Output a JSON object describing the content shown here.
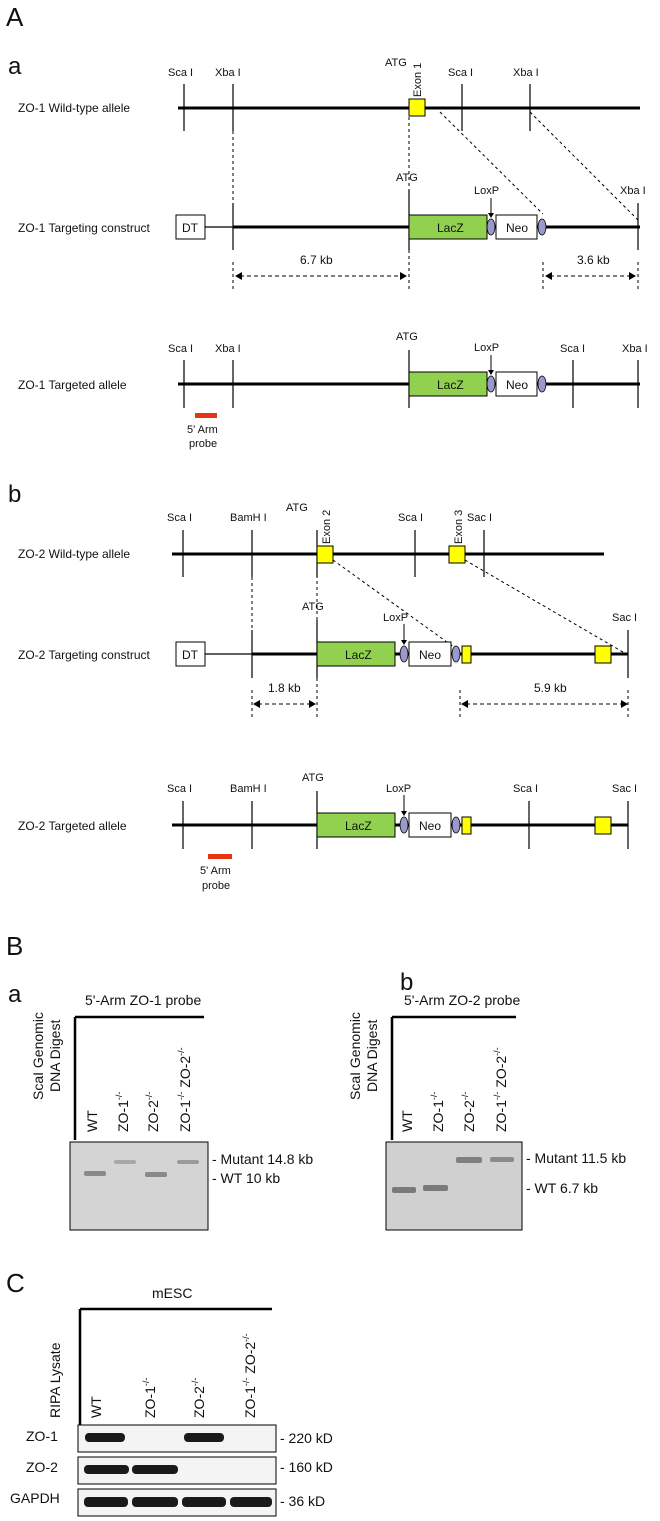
{
  "figure": {
    "panel_A": "A",
    "panel_B": "B",
    "panel_C": "C",
    "sub_a": "a",
    "sub_b": "b"
  },
  "A_a": {
    "wt_label": "ZO-1 Wild-type allele",
    "construct_label": "ZO-1 Targeting construct",
    "targeted_label": "ZO-1 Targeted allele",
    "sca": "Sca I",
    "xba": "Xba I",
    "atg": "ATG",
    "exon1": "Exon 1",
    "loxp": "LoxP",
    "dt": "DT",
    "lacz": "LacZ",
    "neo": "Neo",
    "kb_left": "6.7 kb",
    "kb_right": "3.6 kb",
    "probe_l1": "5' Arm",
    "probe_l2": "probe"
  },
  "A_b": {
    "wt_label": "ZO-2 Wild-type allele",
    "construct_label": "ZO-2 Targeting construct",
    "targeted_label": "ZO-2 Targeted allele",
    "sca": "Sca I",
    "bam": "BamH I",
    "sac": "Sac I",
    "atg": "ATG",
    "exon2": "Exon 2",
    "exon3": "Exon 3",
    "loxp": "LoxP",
    "dt": "DT",
    "lacz": "LacZ",
    "neo": "Neo",
    "kb_left": "1.8 kb",
    "kb_right": "5.9 kb",
    "probe_l1": "5' Arm",
    "probe_l2": "probe"
  },
  "B_a": {
    "probe_title": "5'-Arm ZO-1 probe",
    "digest_l1": "ScaI Genomic",
    "digest_l2": "DNA Digest",
    "lanes": [
      "WT",
      "ZO-1",
      "ZO-2",
      "ZO-1",
      "ZO-2"
    ],
    "mutant": "- Mutant 14.8 kb",
    "wt": "- WT 10 kb"
  },
  "B_b": {
    "probe_title": "5'-Arm ZO-2 probe",
    "digest_l1": "ScaI Genomic",
    "digest_l2": "DNA Digest",
    "lanes": [
      "WT",
      "ZO-1",
      "ZO-2",
      "ZO-1",
      "ZO-2"
    ],
    "mutant": "- Mutant 11.5 kb",
    "wt": "- WT 6.7 kb"
  },
  "C": {
    "header": "mESC",
    "lysate": "RIPA Lysate",
    "lanes": [
      "WT",
      "ZO-1",
      "ZO-2",
      "ZO-1",
      "ZO-2"
    ],
    "sup": "-/-",
    "rows": [
      "ZO-1",
      "ZO-2",
      "GAPDH"
    ],
    "sizes": [
      "- 220 kD",
      "- 160 kD",
      "- 36 kD"
    ]
  }
}
